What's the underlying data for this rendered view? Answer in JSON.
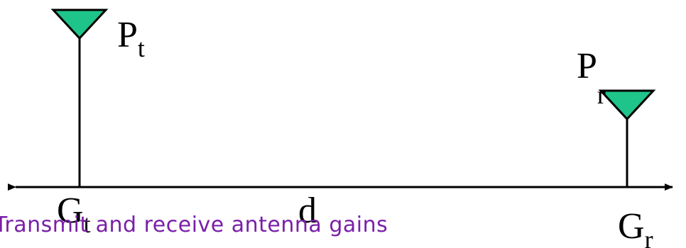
{
  "diagram": {
    "transmitter": {
      "power_label": "P",
      "power_sub": "t",
      "gain_label": "G",
      "gain_sub": "t"
    },
    "receiver": {
      "power_label": "P",
      "power_sub": "r",
      "gain_label": "G",
      "gain_sub": "r"
    },
    "distance_label": "d",
    "caption": "Transmit and receive antenna gains",
    "colors": {
      "antenna_fill": "#1fc48a",
      "line": "#000000",
      "caption": "#7a1fa8"
    }
  }
}
